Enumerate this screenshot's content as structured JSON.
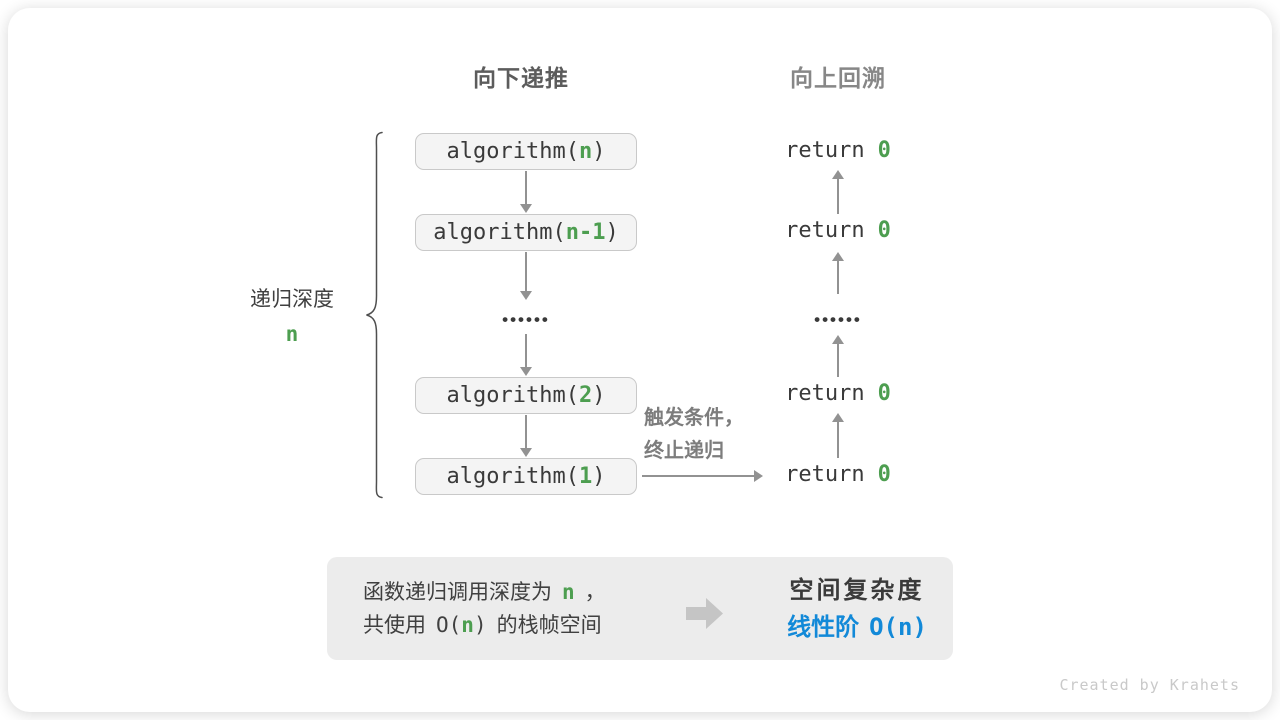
{
  "diagram": {
    "header_down": "向下递推",
    "header_up": "向上回溯",
    "depth_label": "递归深度",
    "depth_value": "n",
    "calls": [
      {
        "fn": "algorithm(",
        "arg": "n",
        "close": ")"
      },
      {
        "fn": "algorithm(",
        "arg": "n-1",
        "close": ")"
      },
      {
        "fn": "algorithm(",
        "arg": "2",
        "close": ")"
      },
      {
        "fn": "algorithm(",
        "arg": "1",
        "close": ")"
      }
    ],
    "dots": "••••••",
    "returns": [
      {
        "kw": "return",
        "val": "0"
      },
      {
        "kw": "return",
        "val": "0"
      },
      {
        "kw": "return",
        "val": "0"
      },
      {
        "kw": "return",
        "val": "0"
      }
    ],
    "terminate_line1": "触发条件，",
    "terminate_line2": "终止递归"
  },
  "summary": {
    "line1_pre": "函数递归调用深度为",
    "line1_var": "n",
    "line1_post": "，",
    "line2_pre": "共使用",
    "line2_o_open": "O(",
    "line2_var": "n",
    "line2_o_close": ")",
    "line2_post": "的栈帧空间",
    "title": "空间复杂度",
    "result_label": "线性阶",
    "result_o_open": "O(",
    "result_var": "n",
    "result_o_close": ")"
  },
  "colors": {
    "green": "#4d9e50",
    "blue": "#1289d8"
  },
  "footer": "Created by Krahets"
}
